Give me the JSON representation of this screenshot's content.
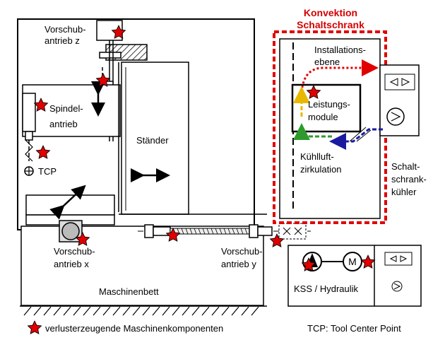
{
  "labels": {
    "feed_z": [
      "Vorschub-",
      "antrieb z"
    ],
    "spindle": [
      "Spindel-",
      "antrieb"
    ],
    "tcp": "TCP",
    "column": "Ständer",
    "feed_x": [
      "Vorschub-",
      "antrieb x"
    ],
    "feed_y": [
      "Vorschub-",
      "antrieb y"
    ],
    "machine_bed": "Maschinenbett",
    "convection": [
      "Konvektion",
      "Schaltschrank"
    ],
    "installation_plane": [
      "Installations-",
      "ebene"
    ],
    "power_modules": [
      "Leistungs-",
      "module"
    ],
    "cooling_circulation": [
      "Kühlluft-",
      "zirkulation"
    ],
    "cabinet_cooler": [
      "Schalt-",
      "schrank-",
      "kühler"
    ],
    "kss_hydraulic": "KSS / Hydraulik",
    "motor": "M"
  },
  "legend": {
    "star_text": "verlusterzeugende Maschinenkomponenten",
    "tcp_text": "TCP: Tool Center Point"
  },
  "colors": {
    "star": "#e00000",
    "convection": "#e00000",
    "arrow_blue": "#1a1aa0",
    "arrow_green": "#2e9a2e",
    "arrow_yellow": "#e8b800",
    "arrow_red": "#e00000"
  },
  "icons": [
    "star-icon",
    "double-arrow-icon",
    "fan-icon",
    "motor-icon",
    "pump-icon",
    "tcp-crosshair-icon"
  ]
}
